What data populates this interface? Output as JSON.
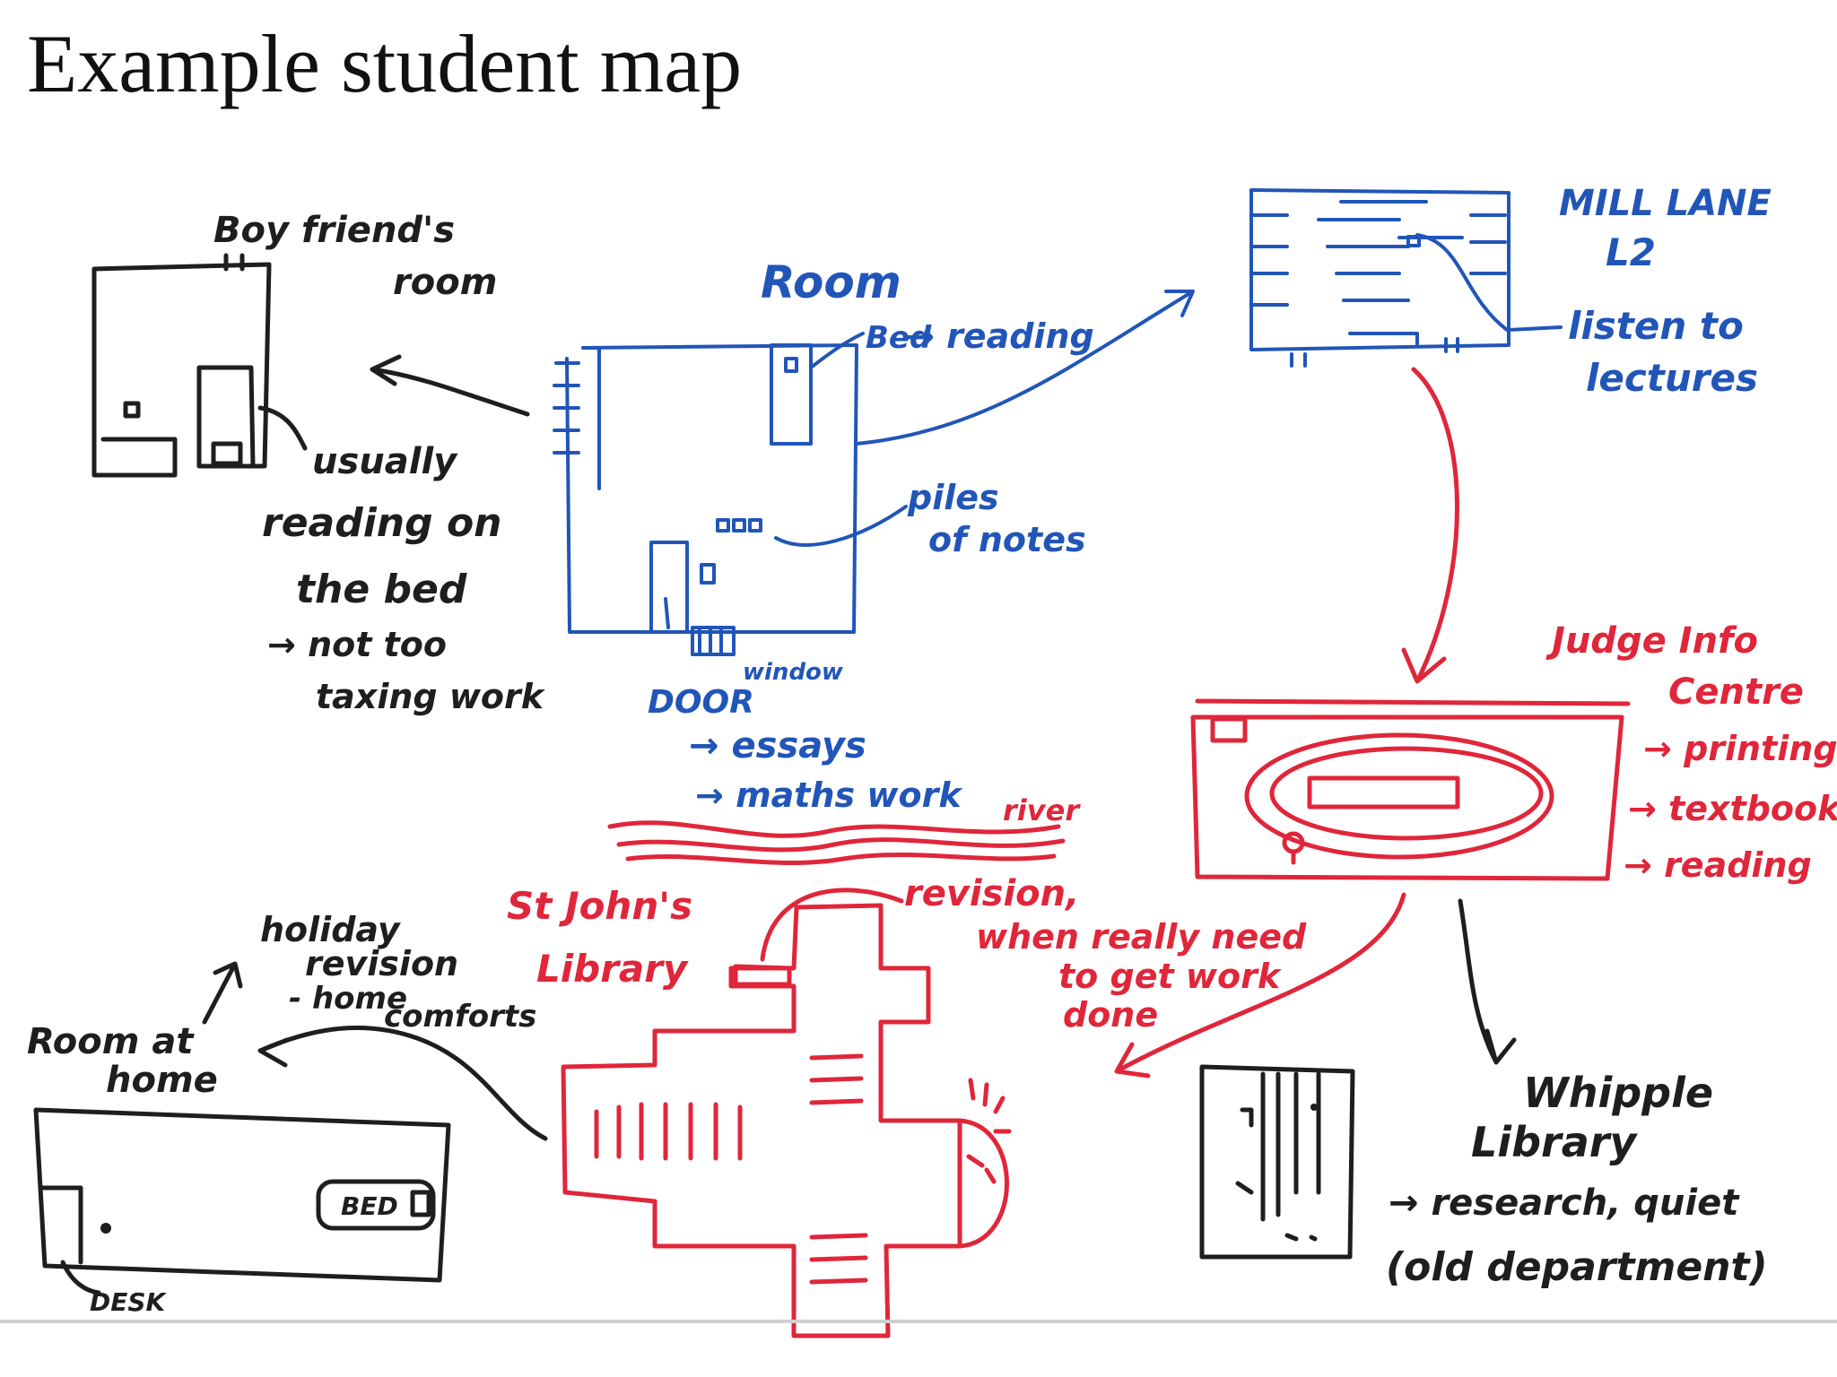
{
  "title": "Example student map",
  "colors": {
    "black_ink": "#1e1e1e",
    "blue_ink": "#2155b8",
    "red_ink": "#e0263a",
    "rule": "#cfcfcf"
  },
  "labels": {
    "boyfriend_room": [
      "Boy friend's",
      "room"
    ],
    "boyfriend_note": [
      "usually",
      "reading on",
      "the bed",
      "→ not too",
      "taxing work"
    ],
    "room": "Room",
    "room_bed": [
      "Bed",
      "→ reading"
    ],
    "room_notes": [
      "piles",
      "of notes"
    ],
    "room_window": "window",
    "room_door": "DOOR",
    "room_uses": [
      "→ essays",
      "→ maths work"
    ],
    "mill_lane": [
      "MILL LANE",
      "L2"
    ],
    "mill_lane_use": [
      "listen to",
      "lectures"
    ],
    "judge": [
      "Judge Info",
      "Centre"
    ],
    "judge_uses": [
      "→ printing",
      "→ textbooks",
      "→ reading"
    ],
    "river": "river",
    "st_johns": [
      "St John's",
      "Library"
    ],
    "revision": [
      "revision,",
      "when really need",
      "to get work",
      "done"
    ],
    "holiday": [
      "holiday",
      "revision",
      "- home",
      "comforts"
    ],
    "room_home": [
      "Room at",
      "home"
    ],
    "bed_label": "BED",
    "desk_label": "DESK",
    "whipple": [
      "Whipple",
      "Library"
    ],
    "whipple_uses": [
      "→ research, quiet",
      "(old department)"
    ]
  }
}
